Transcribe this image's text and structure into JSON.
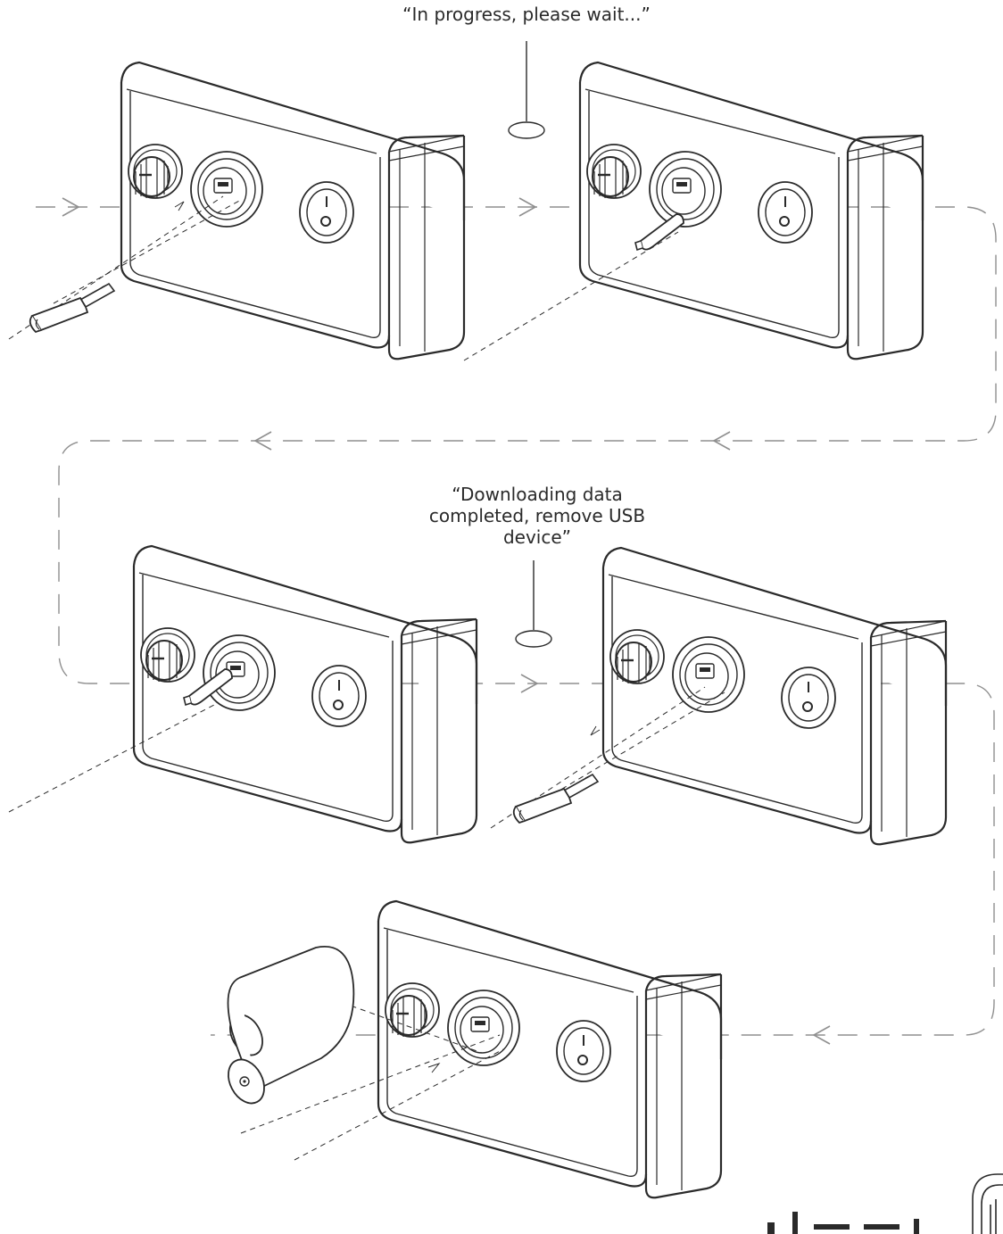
{
  "callouts": {
    "progress": "“In progress, please wait...”",
    "completed": "“Downloading data completed, remove USB device”"
  },
  "colors": {
    "line": "#2a2a2a",
    "flow": "#8f8f8f",
    "fill": "#ffffff"
  },
  "icons": [
    "control-box",
    "usb-flash-drive",
    "cylinder-cap",
    "flow-arrow",
    "indicator-led"
  ]
}
